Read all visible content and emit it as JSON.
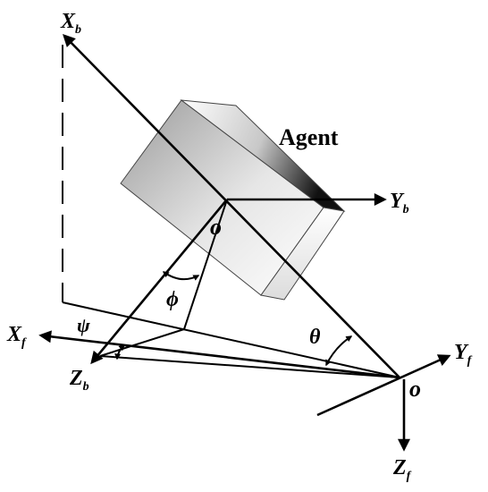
{
  "agent_label": "Agent",
  "body_frame": {
    "origin": "o",
    "x_axis": {
      "base": "X",
      "sub": "b"
    },
    "y_axis": {
      "base": "Y",
      "sub": "b"
    },
    "z_axis": {
      "base": "Z",
      "sub": "b"
    }
  },
  "fixed_frame": {
    "origin": "o",
    "x_axis": {
      "base": "X",
      "sub": "f"
    },
    "y_axis": {
      "base": "Y",
      "sub": "f"
    },
    "z_axis": {
      "base": "Z",
      "sub": "f"
    }
  },
  "angles": {
    "psi": "ψ",
    "phi": "ϕ",
    "theta": "θ"
  },
  "colors": {
    "ink": "#000000",
    "box_light": "#f2f2f2",
    "box_mid": "#a6a6a6",
    "box_dark": "#1a1a1a"
  }
}
